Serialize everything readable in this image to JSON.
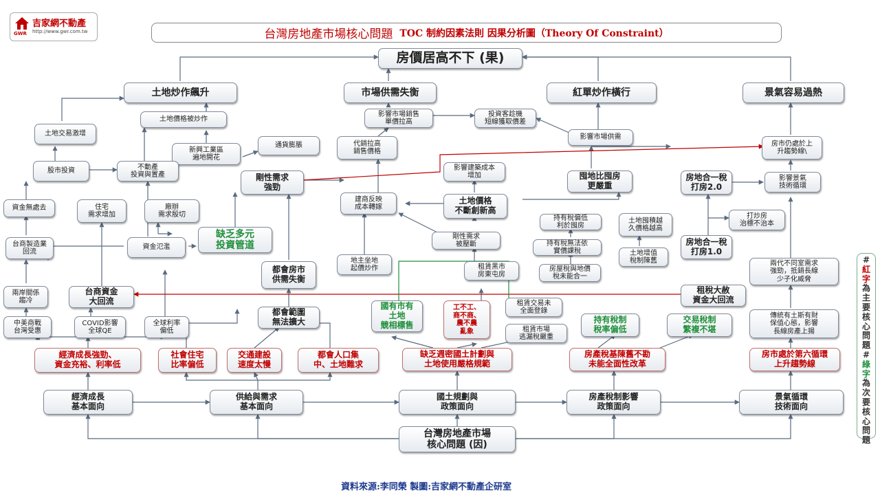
{
  "logo": {
    "brand": "吉家網不動產",
    "abbr": "GWR",
    "url": "http://www.gwr.com.tw"
  },
  "title": {
    "zh": "台灣房地產市場核心問題",
    "en": "TOC 制約因素法則 因果分析圖（Theory Of Constraint）"
  },
  "nodes": {
    "top_result": "房價居高不下 (果)",
    "land_spec": "土地炒作飆升",
    "supply_balance": "市場供需失衡",
    "redline_spec": "紅單炒作橫行",
    "overheat": "景氣容易過熱",
    "land_price_hyped": "土地價格被炒作",
    "sales_price": "影響市場銷售\n單價拉高",
    "speculators": "投資客趁機\n短線獲取價差",
    "land_trade": "土地交易激增",
    "new_industrial": "新興工業區\n遍地開花",
    "inflation": "通貨膨脹",
    "agent_price": "代銷拉高\n銷售價格",
    "market_supply": "影響市場供需",
    "market_up": "房市仍處於上\n升趨勢線\\",
    "stock_invest": "股市投資",
    "realestate_invest": "不動產\n投資與置產",
    "rigid_demand": "剛性需求\n強勁",
    "build_cost": "影響建築成本\n增加",
    "developer_cost": "建商反映\n成本轉嫁",
    "land_price_new_high": "土地價格\n不斷創新高",
    "levy_heavier": "囤地比囤房\n更嚴重",
    "tax_2": "房地合一稅\n打房2.0",
    "econ_tech": "影響景氣\n技術循環",
    "fund_nowhere": "資金無處去",
    "housing_demand": "住宅\n需求增加",
    "factory_demand": "廠辦\n需求殷切",
    "holding_tax_low": "持有稅偏低\n利於囤房",
    "land_bulk_high": "土地囤積越\n久價格越高",
    "spec_ineffective": "打炒房\n治標不治本",
    "taishang_return": "台商製造業\n回流",
    "capital_flood": "資金氾濫",
    "lack_channel": "缺乏多元\n投資管道",
    "rigid_fulfilled": "剛性需求\n被壓斷",
    "holding_tax_actual": "持有稅無法依\n實價課稅",
    "tax_1": "房地合一稅\n打房1.0",
    "landlord_up": "地主坐地\n起價炒作",
    "rental_black": "租賃黑市\n房東屯房",
    "house_land_tax": "房屋稅與地價\n稅未能合一",
    "land_value_tax": "土地增值\n稅制陳舊",
    "urban_imbalance": "都會房市\n供需失衡",
    "two_gen": "兩代不同室需求\n強勁，抵銷長線\n少子化威脅",
    "cross_strait": "兩岸關係\n趨冷",
    "taishang_capital": "台商資金\n大回流",
    "rent_amnesty": "租稅大赦\n資金大回流",
    "traditional": "傳統有土斯有財\n保值心態，影響\n長線房產上揚",
    "state_land": "國有市有\n土地\n競相標售",
    "mixed_zoning": "工不工、\n商不商、\n農不農\n亂象",
    "rental_register": "租賃交易未\n全面登錄",
    "urban_limit": "都會範圍\n無法擴大",
    "rental_market": "租賃市場\n逃漏稅嚴重",
    "us_china": "中美商戰\n台灣受惠",
    "covid_qe": "COVID影響\n全球QE",
    "global_rate": "全球利率\n偏低",
    "holding_low": "持有稅制\n稅率偏低",
    "trading_tax": "交易稅制\n繁複不堪",
    "econ_strong": "經濟成長強勁、\n資金充裕、利率低",
    "social_housing": "社會住宅\n比率偏低",
    "transport": "交通建設\n速度太慢",
    "urban_pop": "都會人口集\n中、土地難求",
    "no_planning": "缺乏週密國土計劃與\n土地使用嚴格規範",
    "tax_base": "房產稅基陳舊不勘\n未能全面性改革",
    "sixth_cycle": "房市處於第六循環\n上升趨勢線",
    "base_econ": "經濟成長\n基本面向",
    "base_supply": "供給與需求\n基本面向",
    "base_policy": "國土規劃與\n政策面向",
    "base_tax": "房產稅制影響\n政策面向",
    "base_cycle": "景氣循環\n技術面向",
    "root_cause": "台灣房地產市場\n核心問題 (因)"
  },
  "legend": {
    "line1": [
      "#",
      "紅",
      "字",
      "為",
      "主",
      "要",
      "核",
      "心",
      "問",
      "題"
    ],
    "line2": [
      "#",
      "綠",
      "字",
      "為",
      "次",
      "要",
      "核",
      "心",
      "問",
      "題"
    ]
  },
  "source": "資料來源:李同榮  製圖:吉家網不動產企研室",
  "colors": {
    "primary_red": "#c00000",
    "secondary_green": "#1e8f3a",
    "line": "#5a6b80"
  }
}
